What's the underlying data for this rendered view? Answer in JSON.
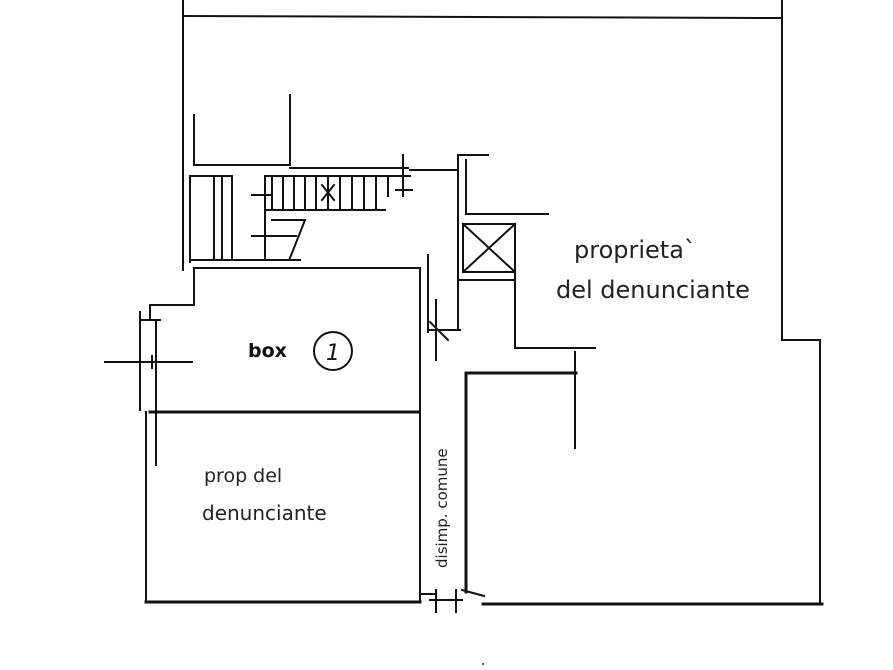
{
  "labels": {
    "owner_right_line1": "proprieta`",
    "owner_right_line2": "del denunciante",
    "box": "box",
    "box_number": "1",
    "owner_left_line1": "prop del",
    "owner_left_line2": "denunciante",
    "corridor": "disimp. comune"
  }
}
